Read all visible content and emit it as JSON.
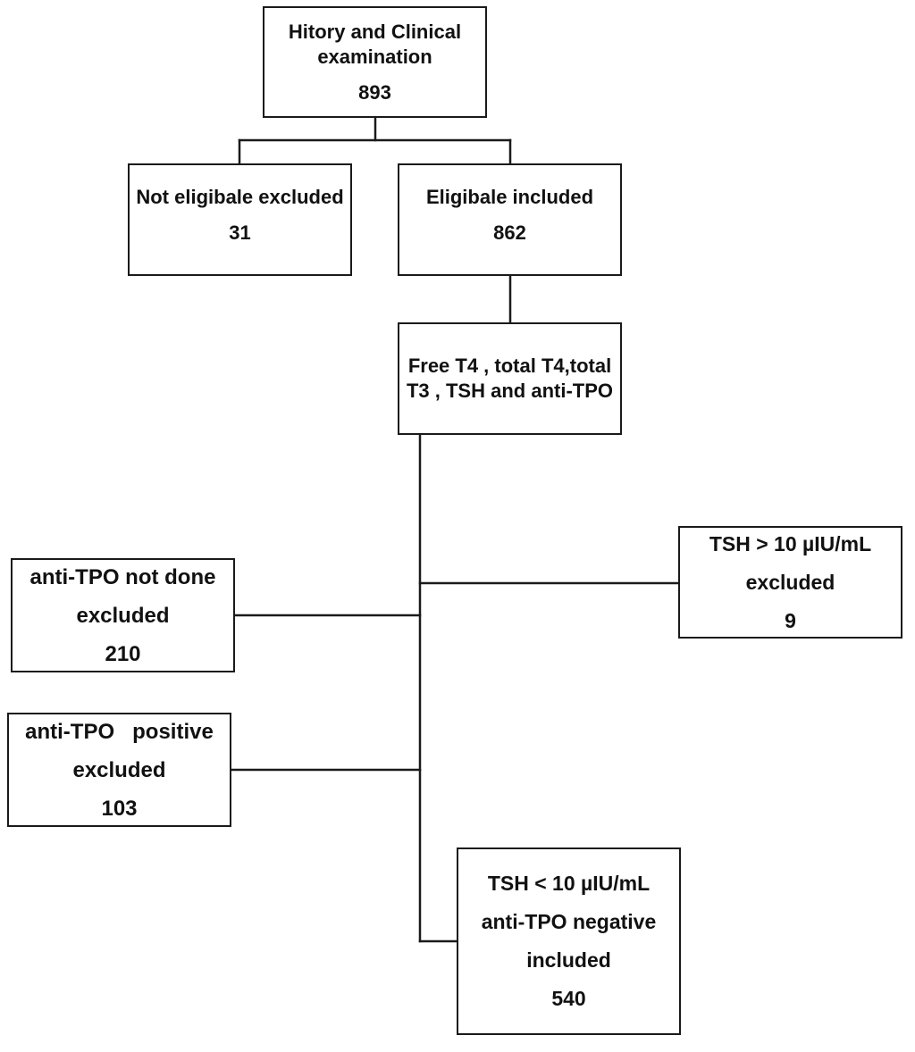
{
  "flowchart": {
    "history": {
      "line1": "Hitory and Clinical",
      "line2": "examination",
      "count": "893"
    },
    "not_eligible": {
      "label": "Not eligibale excluded",
      "count": "31"
    },
    "eligible": {
      "label": "Eligibale included",
      "count": "862"
    },
    "tests": {
      "line1": "Free T4 , total T4,total",
      "line2": "T3 , TSH and anti-TPO"
    },
    "tsh_high": {
      "line1": "TSH > 10 µIU/mL",
      "line2": "excluded",
      "count": "9"
    },
    "tpo_not_done": {
      "line1": "anti-TPO not done",
      "line2": "excluded",
      "count": "210"
    },
    "tpo_positive": {
      "line1": "anti-TPO   positive",
      "line2": "excluded",
      "count": "103"
    },
    "final": {
      "line1": "TSH < 10 µIU/mL",
      "line2": "anti-TPO negative",
      "line3": "included",
      "count": "540"
    }
  }
}
